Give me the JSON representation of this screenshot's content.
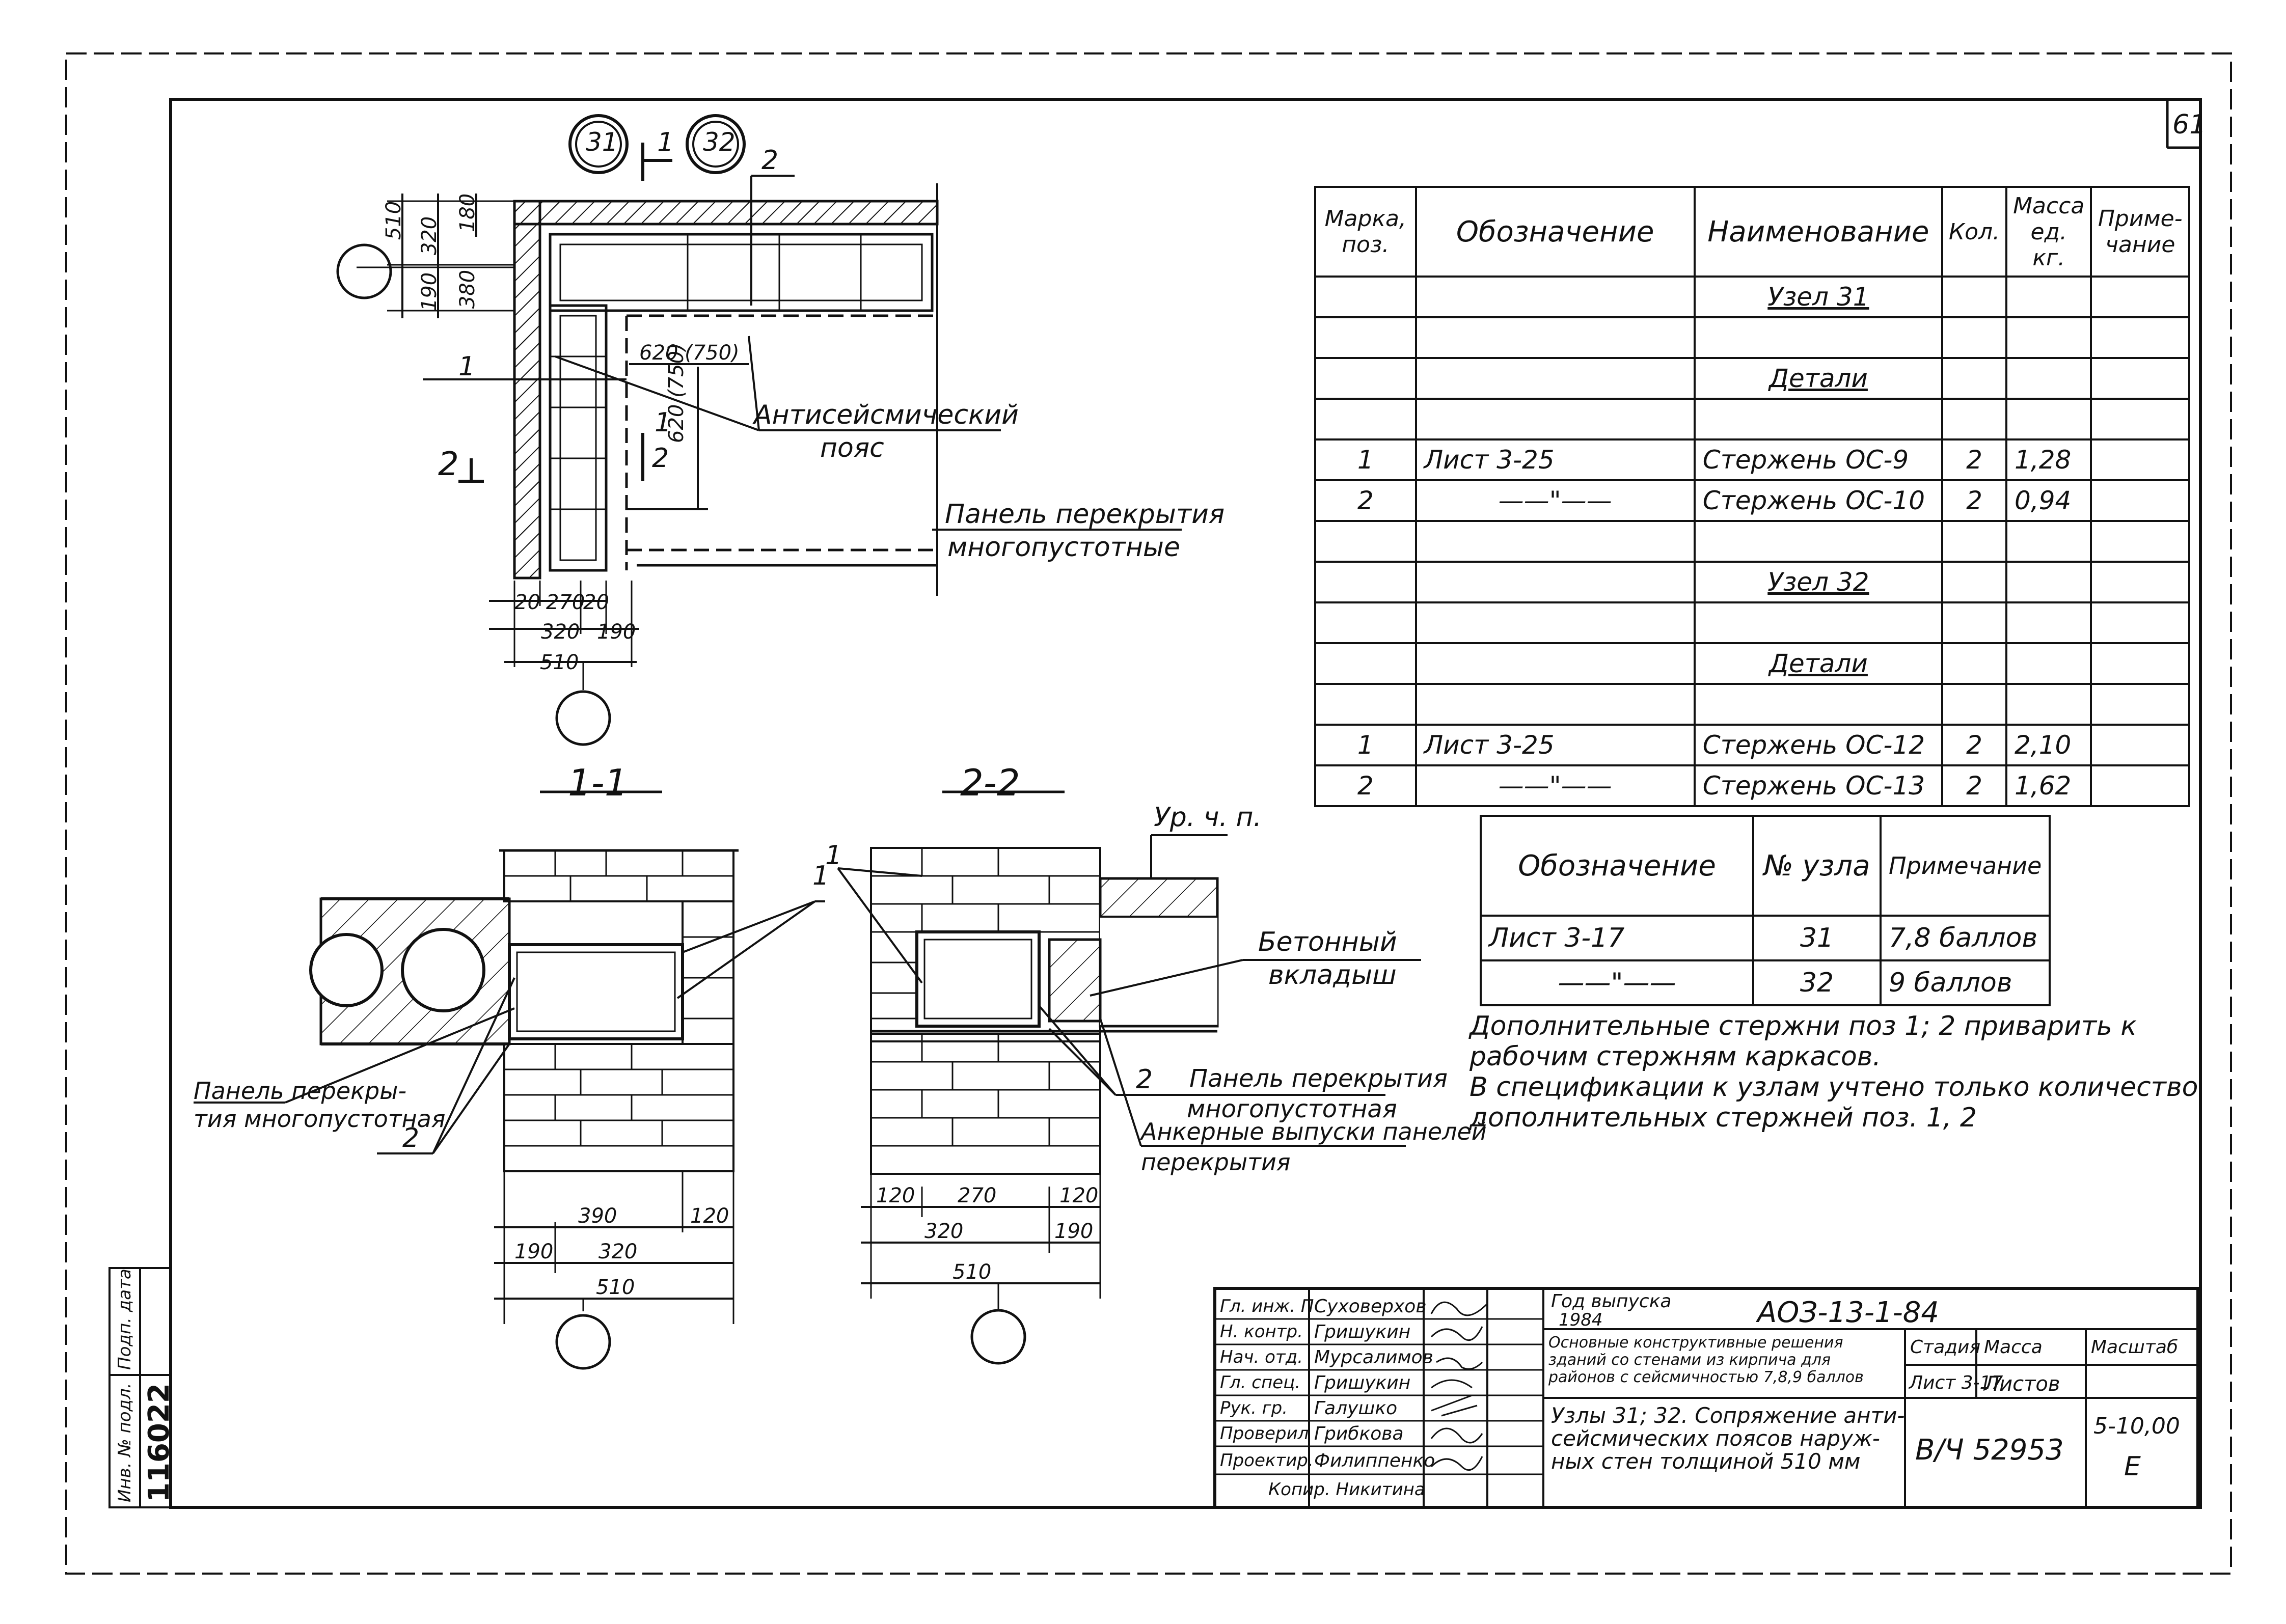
{
  "sheet_number": "61",
  "node_marks": [
    "31",
    "32"
  ],
  "plan": {
    "section_mark_1": "1",
    "section_mark_2": "2",
    "leader_1": "1",
    "leader_2": "2",
    "dim_620_750": "620 (750)",
    "dim_620_750_vertical": "620 (750)",
    "callout_1": "1",
    "callout_2": "2",
    "antiseismic_belt": "Антисейсмический пояс",
    "antiseismic_belt_line1": "Антисейсмический",
    "antiseismic_belt_line2": "пояс",
    "floor_panel_line1": "Панель перекрытия",
    "floor_panel_line2": "многопустотные",
    "left_dims": {
      "d510": "510",
      "d320": "320",
      "d180": "180",
      "d190": "190",
      "d380": "380"
    },
    "bottom_dims": {
      "d20a": "20",
      "d270": "270",
      "d20b": "20",
      "d320": "320",
      "d190": "190",
      "d510": "510"
    }
  },
  "section_1_1": {
    "title": "1-1",
    "callout_1": "1",
    "callout_2": "2",
    "panel_label_line1": "Панель перекры-",
    "panel_label_line2": "тия многопустотная",
    "dims": {
      "d390": "390",
      "d120": "120",
      "d190": "190",
      "d320": "320",
      "d510": "510"
    }
  },
  "section_2_2": {
    "title": "2-2",
    "level_mark": "Ур. ч. п.",
    "callout_1": "1",
    "callout_2": "2",
    "concrete_insert_line1": "Бетонный",
    "concrete_insert_line2": "вкладыш",
    "panel_line1": "Панель перекрытия",
    "panel_line2": "многопустотная",
    "anchor_line1": "Анкерные выпуски панелей",
    "anchor_line2": "перекрытия",
    "dims": {
      "d120a": "120",
      "d270": "270",
      "d120b": "120",
      "d320": "320",
      "d190": "190",
      "d510": "510"
    }
  },
  "spec_table": {
    "headers": [
      "Марка, поз.",
      "Обозначение",
      "Наименование",
      "Кол.",
      "Масса ед. кг.",
      "Приме-чание"
    ],
    "rows": [
      {
        "pos": "",
        "designation": "",
        "name": "Узел 31",
        "qty": "",
        "mass": "",
        "note": "",
        "type": "heading"
      },
      {
        "pos": "",
        "designation": "",
        "name": "",
        "qty": "",
        "mass": "",
        "note": "",
        "type": "blank"
      },
      {
        "pos": "",
        "designation": "",
        "name": "Детали",
        "qty": "",
        "mass": "",
        "note": "",
        "type": "heading"
      },
      {
        "pos": "",
        "designation": "",
        "name": "",
        "qty": "",
        "mass": "",
        "note": "",
        "type": "blank"
      },
      {
        "pos": "1",
        "designation": "Лист 3-25",
        "name": "Стержень ОС-9",
        "qty": "2",
        "mass": "1,28",
        "note": "",
        "type": "item"
      },
      {
        "pos": "2",
        "designation": "——\"——",
        "name": "Стержень ОС-10",
        "qty": "2",
        "mass": "0,94",
        "note": "",
        "type": "item"
      },
      {
        "pos": "",
        "designation": "",
        "name": "",
        "qty": "",
        "mass": "",
        "note": "",
        "type": "blank"
      },
      {
        "pos": "",
        "designation": "",
        "name": "Узел 32",
        "qty": "",
        "mass": "",
        "note": "",
        "type": "heading"
      },
      {
        "pos": "",
        "designation": "",
        "name": "",
        "qty": "",
        "mass": "",
        "note": "",
        "type": "blank"
      },
      {
        "pos": "",
        "designation": "",
        "name": "Детали",
        "qty": "",
        "mass": "",
        "note": "",
        "type": "heading"
      },
      {
        "pos": "",
        "designation": "",
        "name": "",
        "qty": "",
        "mass": "",
        "note": "",
        "type": "blank"
      },
      {
        "pos": "1",
        "designation": "Лист 3-25",
        "name": "Стержень ОС-12",
        "qty": "2",
        "mass": "2,10",
        "note": "",
        "type": "item"
      },
      {
        "pos": "2",
        "designation": "——\"——",
        "name": "Стержень ОС-13",
        "qty": "2",
        "mass": "1,62",
        "note": "",
        "type": "item"
      }
    ]
  },
  "nodes_table": {
    "headers": [
      "Обозначение",
      "№ узла",
      "Примечание"
    ],
    "rows": [
      {
        "designation": "Лист 3-17",
        "node": "31",
        "note": "7,8 баллов"
      },
      {
        "designation": "——\"——",
        "node": "32",
        "note": "9 баллов"
      }
    ]
  },
  "notes": [
    "Дополнительные стержни поз 1; 2 приварить к",
    "рабочим стержням каркасов.",
    "В спецификации к узлам учтено только количество",
    "дополнительных стержней поз. 1, 2"
  ],
  "title_block": {
    "roles": [
      "Гл. инж. П",
      "Н. контр.",
      "Нач. отд.",
      "Гл. спец.",
      "Рук. гр.",
      "Проверил",
      "Проектир."
    ],
    "names": [
      "Суховерхов",
      "Гришукин",
      "Мурсалимов",
      "Гришукин",
      "Галушко",
      "Грибкова",
      "Филиппенко"
    ],
    "copier": "Копир.   Никитина",
    "year_label": "Год выпуска",
    "year": "1984",
    "code": "АОЗ-13-1-84",
    "series_description": "Основные конструктивные решения зданий со стенами из кирпича для районов с сейсмичностью 7,8,9 баллов",
    "sheet_title": "Узлы 31; 32. Сопряжение анти-сейсмических поясов наружных стен толщиной 510 мм",
    "sheet_title_line1": "Узлы 31; 32. Сопряжение анти-",
    "sheet_title_line2": "сейсмических поясов наруж-",
    "sheet_title_line3": "ных стен толщиной 510 мм",
    "stage_label": "Стадия",
    "mass_label": "Масса",
    "scale_label": "Масштаб",
    "sheet_label": "Лист 3-17",
    "sheets_label": "Листов",
    "archive_no": "В/Ч 52953",
    "price": "5-10,00",
    "format": "Е"
  },
  "side_stamp": {
    "labels": [
      "Инв. № подл.",
      "Подп. дата"
    ],
    "number": "116022"
  }
}
